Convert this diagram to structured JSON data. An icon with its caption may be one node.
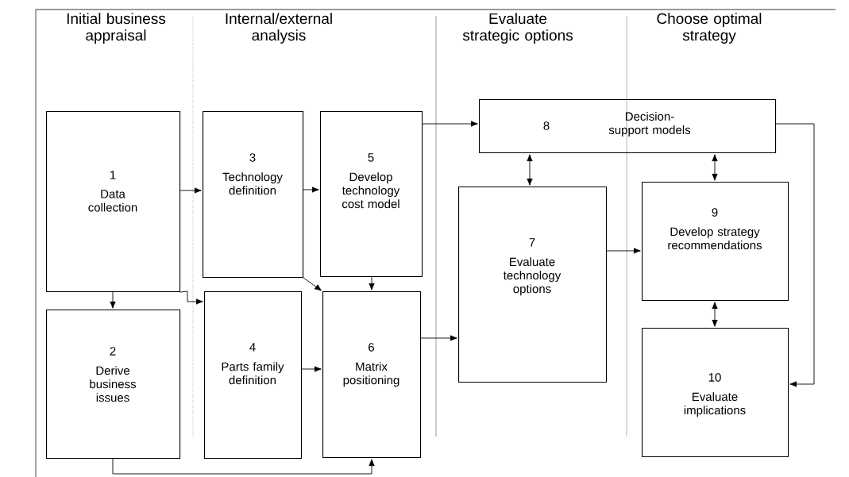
{
  "diagram": {
    "nodes": [
      {
        "text": [
          "1",
          "Data collection"
        ]
      },
      {
        "text": [
          "2",
          "Derive business issues"
        ]
      },
      {
        "text": [
          "3",
          "Technology definition"
        ]
      },
      {
        "text": [
          "4",
          "Parts family definition"
        ]
      },
      {
        "text": [
          "5",
          "Develop technology cost model"
        ]
      },
      {
        "text": [
          "6",
          "Matrix positioning"
        ]
      },
      {
        "text": [
          "7",
          "Evaluate technology options"
        ]
      },
      {
        "text": [
          "8",
          "Decision- support models"
        ]
      },
      {
        "text": [
          "9",
          "Develop strategy recommendations"
        ]
      },
      {
        "text": [
          "10",
          "Evaluate implications"
        ]
      }
    ],
    "edges": [
      {
        "from": 0,
        "to": 2,
        "arrow": "to"
      },
      {
        "from": 0,
        "to": 3,
        "arrow": "to"
      },
      {
        "from": 0,
        "to": 1,
        "arrow": "to"
      },
      {
        "from": 2,
        "to": 4,
        "arrow": "to"
      },
      {
        "from": 2,
        "to": 5,
        "arrow": "to"
      },
      {
        "from": 4,
        "to": 5,
        "arrow": "to"
      },
      {
        "from": 3,
        "to": 5,
        "arrow": "to"
      },
      {
        "from": 1,
        "to": 5,
        "arrow": "to"
      },
      {
        "from": 4,
        "to": 7,
        "arrow": "to"
      },
      {
        "from": 5,
        "to": 6,
        "arrow": "to"
      },
      {
        "from": 7,
        "to": 6,
        "arrow": "both"
      },
      {
        "from": 7,
        "to": 8,
        "arrow": "both"
      },
      {
        "from": 6,
        "to": 8,
        "arrow": "to"
      },
      {
        "from": 8,
        "to": 9,
        "arrow": "both"
      },
      {
        "from": 7,
        "to": 9,
        "arrow": "to"
      }
    ],
    "labels": [
      "Initial business appraisal",
      "Internal/external analysis",
      "Evaluate strategic options",
      "Choose optimal strategy"
    ]
  }
}
